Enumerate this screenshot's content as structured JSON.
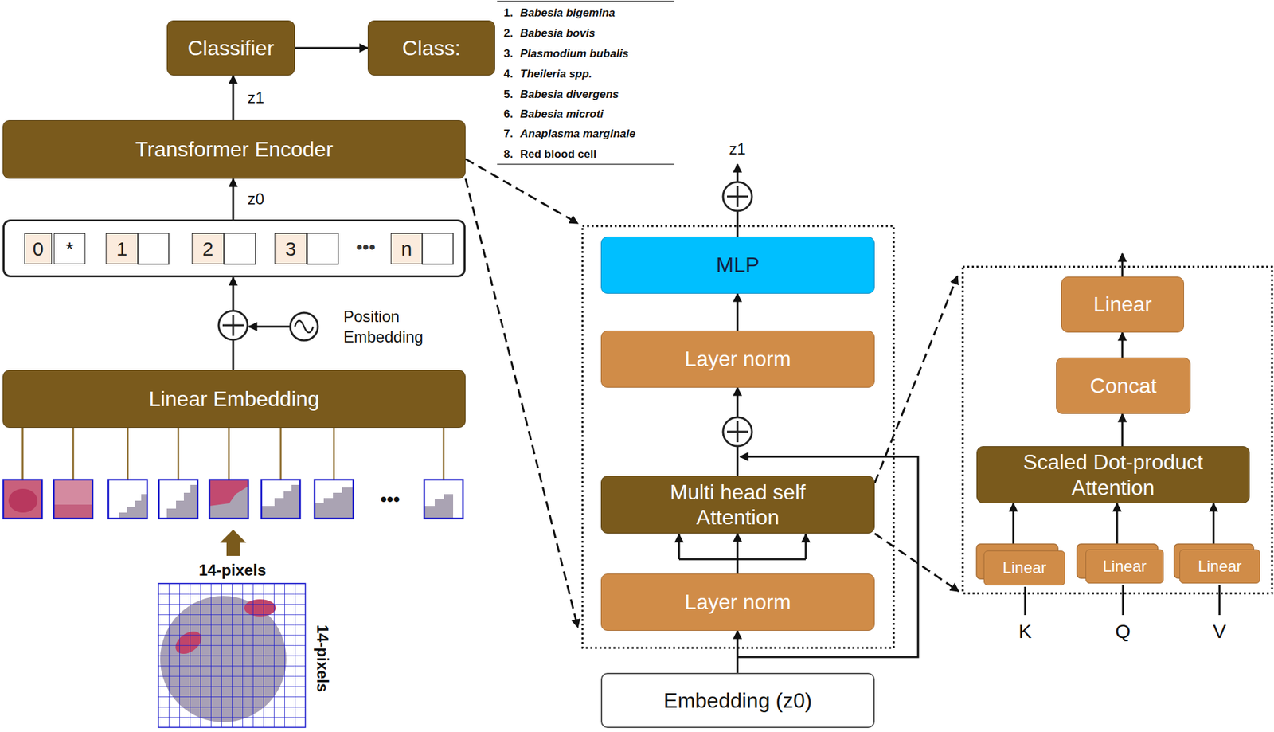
{
  "diagram": {
    "nodes": [
      {
        "text": [
          "Classifier"
        ]
      },
      {
        "text": [
          "Class:"
        ]
      },
      {
        "text": [
          "Transformer Encoder"
        ]
      },
      {
        "text": [
          "•••"
        ]
      },
      {
        "text": [
          "0"
        ],
        "in": 3
      },
      {
        "text": [
          "*"
        ],
        "in": 3
      },
      {
        "text": [
          "1"
        ],
        "in": 3
      },
      {
        "text": [
          "2"
        ],
        "in": 3
      },
      {
        "text": [
          "3"
        ],
        "in": 3
      },
      {
        "text": [
          "n"
        ],
        "in": 3
      },
      {
        "text": [
          "Linear Embedding"
        ]
      },
      {
        "text": [
          "MLP"
        ]
      },
      {
        "text": [
          "Layer norm"
        ]
      },
      {
        "text": [
          "Multi head self Attention"
        ]
      },
      {
        "text": [
          "Layer norm"
        ]
      },
      {
        "text": [
          "Embedding (z0)"
        ]
      },
      {
        "text": [
          "Linear"
        ]
      },
      {
        "text": [
          "Concat"
        ]
      },
      {
        "text": [
          "Scaled Dot-product Attention"
        ]
      },
      {
        "text": [
          "Linear"
        ]
      },
      {
        "text": [
          "Linear"
        ]
      },
      {
        "text": [
          "Linear"
        ]
      }
    ],
    "edges": [
      {
        "from": 0,
        "to": 1,
        "arrow": "to"
      },
      {
        "from": 2,
        "to": 0,
        "label": "z1",
        "arrow": "to"
      },
      {
        "from": 3,
        "to": 2,
        "label": "z0",
        "arrow": "to"
      },
      {
        "from": 10,
        "to": 3,
        "arrow": "to"
      },
      {
        "from": 15,
        "to": 14,
        "arrow": "to"
      },
      {
        "from": 14,
        "to": 13,
        "arrow": "to"
      },
      {
        "from": 13,
        "to": 12,
        "arrow": "to"
      },
      {
        "from": 12,
        "to": 11,
        "arrow": "to"
      },
      {
        "from": 19,
        "to": 18,
        "arrow": "to"
      },
      {
        "from": 20,
        "to": 18,
        "arrow": "to"
      },
      {
        "from": 21,
        "to": 18,
        "arrow": "to"
      },
      {
        "from": 18,
        "to": 17,
        "arrow": "to"
      },
      {
        "from": 17,
        "to": 16,
        "arrow": "to"
      }
    ],
    "labels": [
      "1.",
      "Babesia bigemina",
      "2.",
      "Babesia bovis",
      "3.",
      "Plasmodium bubalis",
      "4.",
      "Theileria spp.",
      "5.",
      "Babesia divergens",
      "6.",
      "Babesia microti",
      "7.",
      "Anaplasma marginale",
      "8.",
      "Red blood cell",
      "Position Embedding",
      "•••",
      "14-pixels",
      "14-pixels",
      "z1",
      "K",
      "Q",
      "V"
    ]
  }
}
